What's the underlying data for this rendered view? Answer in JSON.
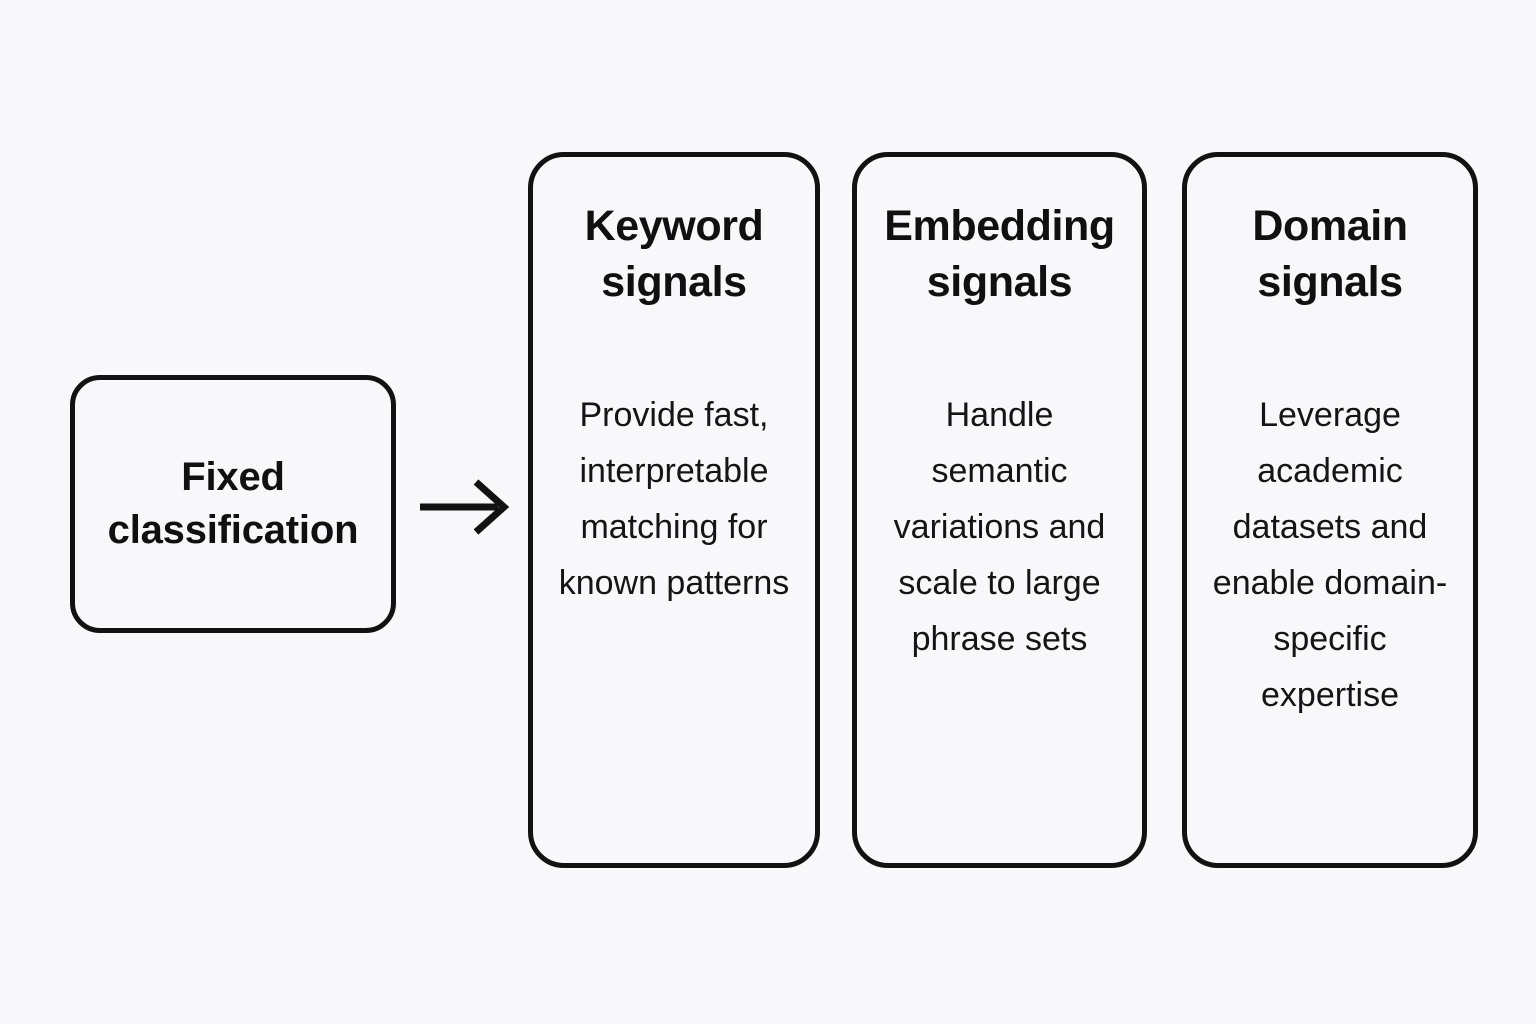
{
  "canvas": {
    "background_color": "#f8f8fa",
    "stroke_color": "#121212",
    "text_color": "#101010"
  },
  "source_node": {
    "label": "Fixed\nclassification"
  },
  "connector": {
    "icon": "arrow-right-icon",
    "direction": "right"
  },
  "cards": [
    {
      "title": "Keyword\nsignals",
      "body": "Provide fast, interpretable matching for known patterns"
    },
    {
      "title": "Embedding\nsignals",
      "body": "Handle semantic variations and scale to large phrase sets"
    },
    {
      "title": "Domain\nsignals",
      "body": "Leverage academic datasets and enable domain-specific expertise"
    }
  ]
}
